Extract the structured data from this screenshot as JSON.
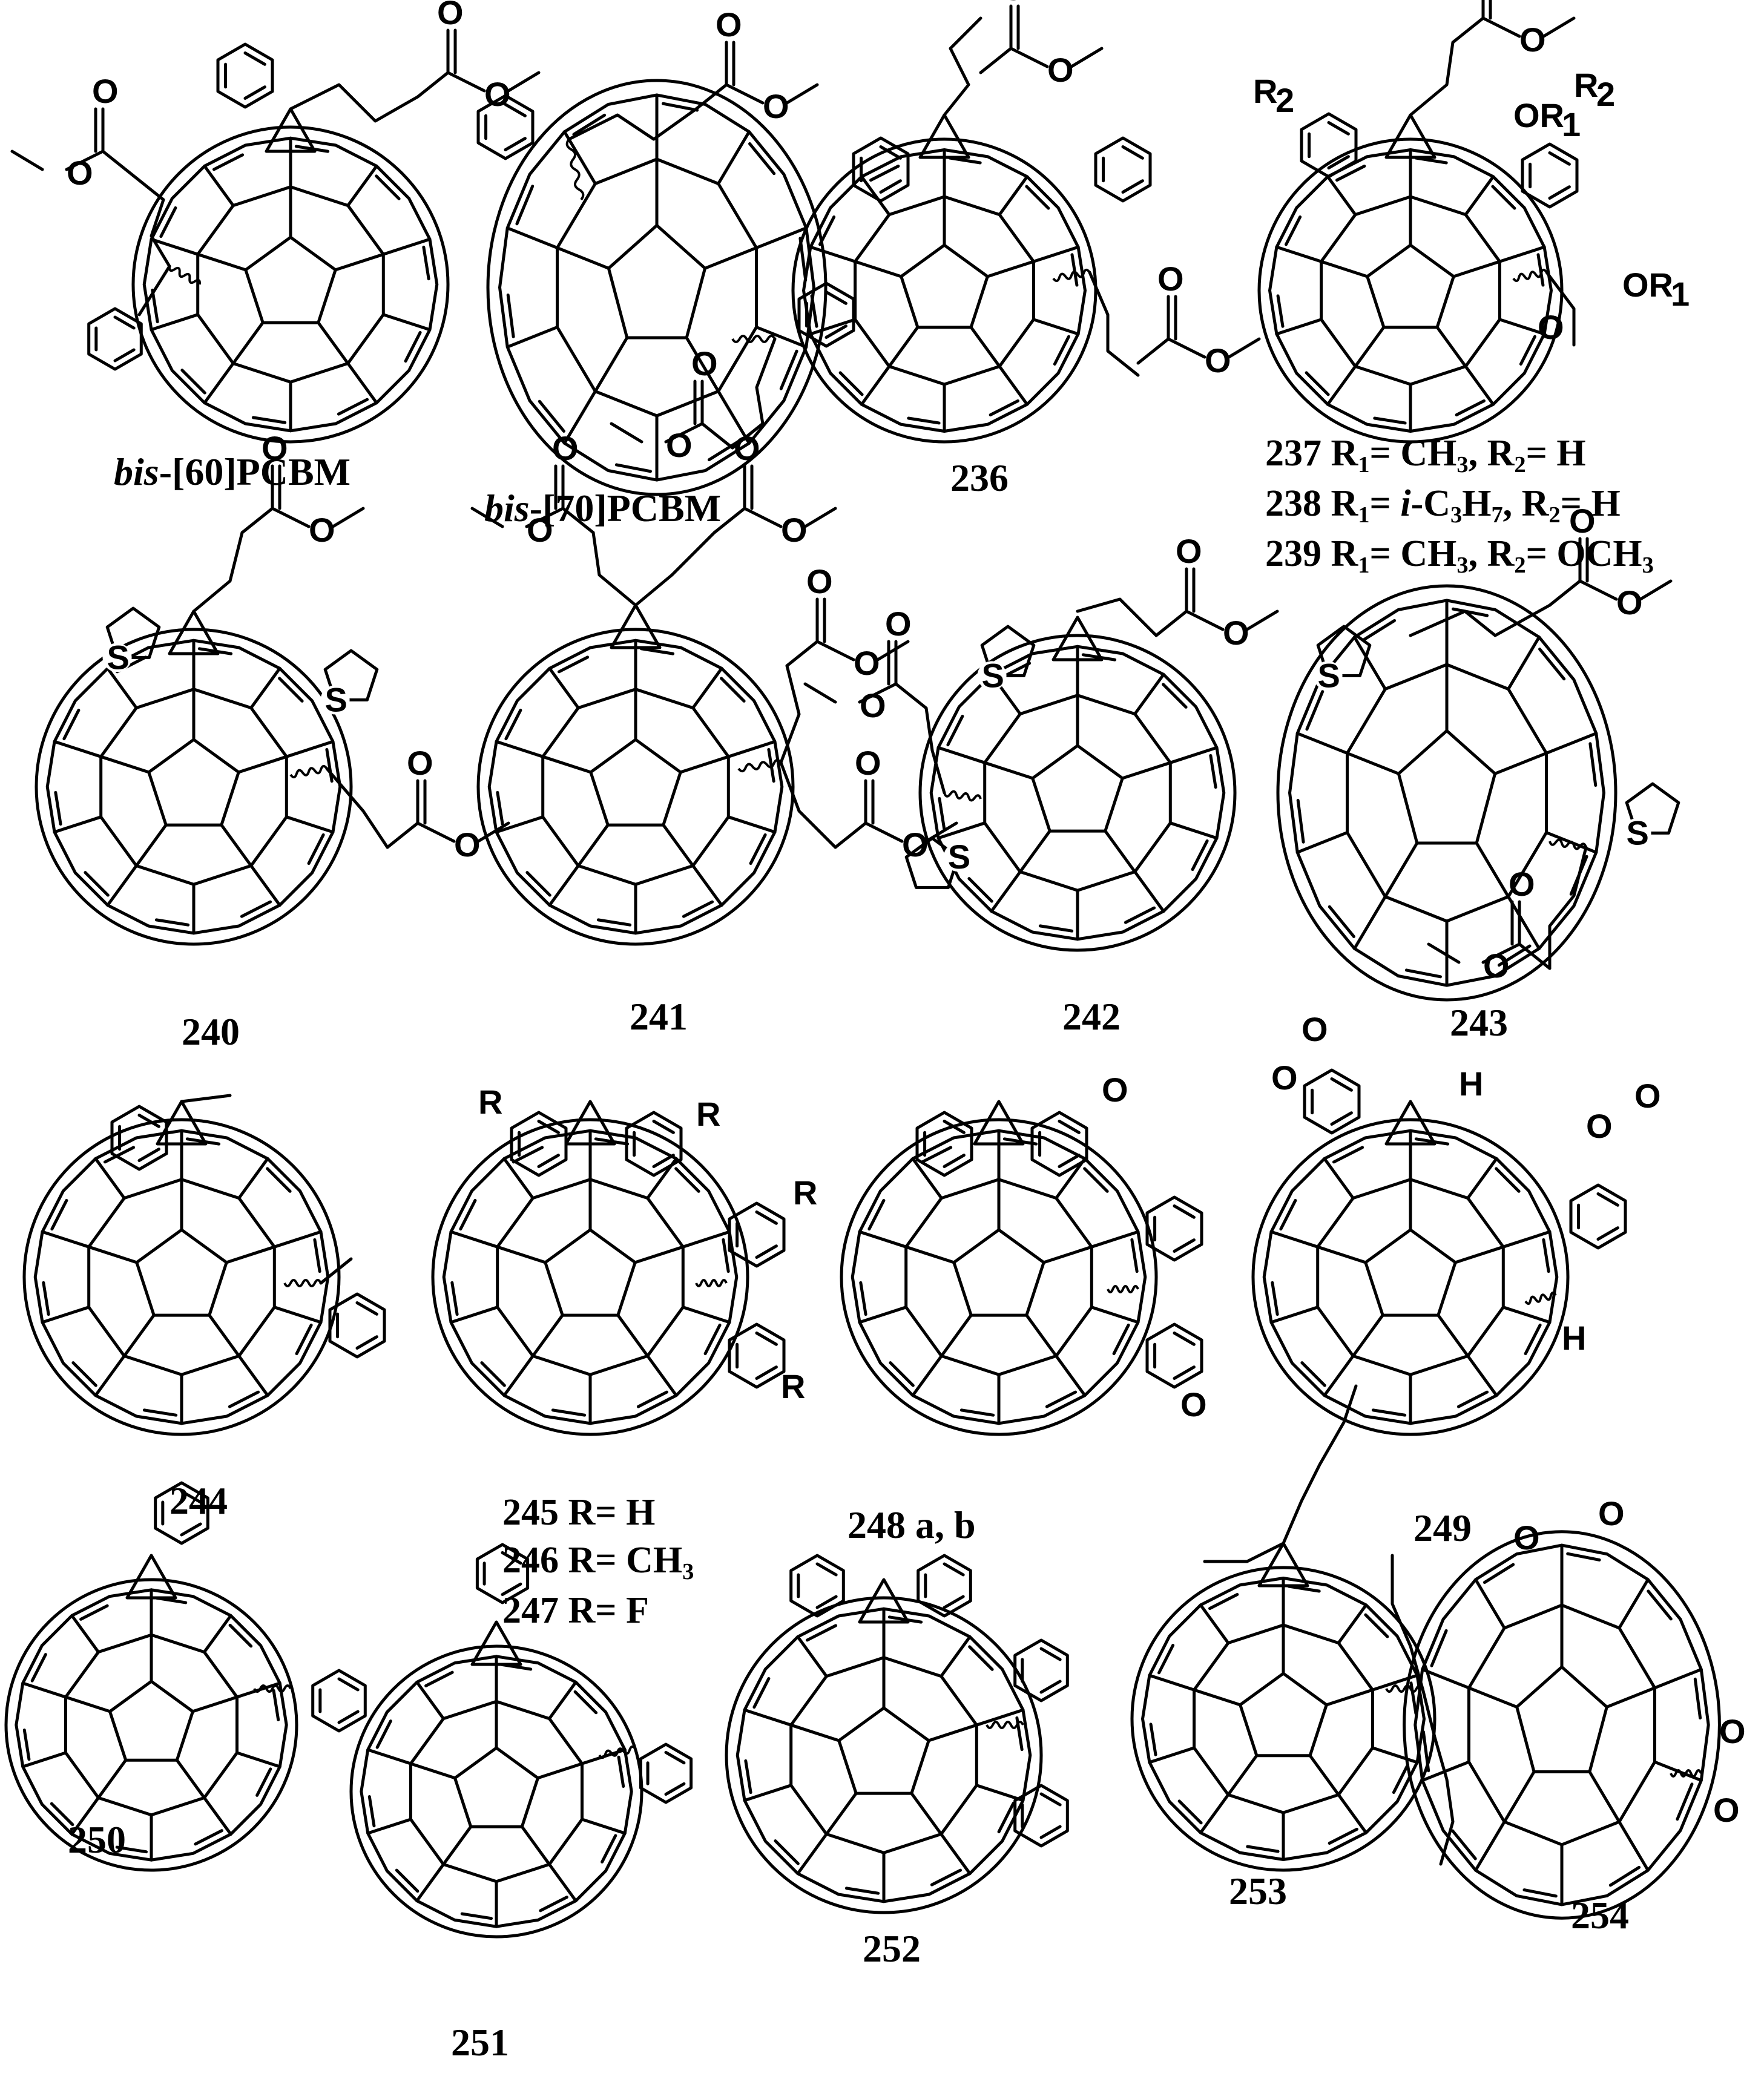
{
  "compounds": [
    {
      "id": "bis60",
      "label_prefix": "bis",
      "label_rest": "-[60]PCBM"
    },
    {
      "id": "bis70",
      "label_prefix": "bis",
      "label_rest": "-[70]PCBM"
    },
    {
      "id": "c236",
      "label": "236"
    },
    {
      "id": "c240",
      "label": "240"
    },
    {
      "id": "c241",
      "label": "241"
    },
    {
      "id": "c242",
      "label": "242"
    },
    {
      "id": "c243",
      "label": "243"
    },
    {
      "id": "c244",
      "label": "244"
    },
    {
      "id": "c248",
      "label": "248 a, b"
    },
    {
      "id": "c249",
      "label": "249"
    },
    {
      "id": "c250",
      "label": "250"
    },
    {
      "id": "c251",
      "label": "251"
    },
    {
      "id": "c252",
      "label": "252"
    },
    {
      "id": "c253",
      "label": "253"
    },
    {
      "id": "c254",
      "label": "254"
    }
  ],
  "substituent_tables": {
    "t237": [
      {
        "num": "237",
        "r1_label": "R",
        "r1_sub": "1",
        "r1_value": "= CH",
        "r1_value_sub": "3",
        "r2_label": "R",
        "r2_sub": "2",
        "r2_value": "= H"
      },
      {
        "num": "238",
        "r1_label": "R",
        "r1_sub": "1",
        "r1_value_italic": "i",
        "r1_value": "-C",
        "r1_value_sub": "3",
        "r1_value_tail": "H",
        "r1_value_sub2": "7",
        "r2_label": "R",
        "r2_sub": "2",
        "r2_value": "= H"
      },
      {
        "num": "239",
        "r1_label": "R",
        "r1_sub": "1",
        "r1_value": "= CH",
        "r1_value_sub": "3",
        "r2_label": "R",
        "r2_sub": "2",
        "r2_value": "= OCH",
        "r2_value_sub": "3"
      }
    ],
    "t245": [
      {
        "num": "245",
        "text": "R= H"
      },
      {
        "num": "246",
        "text": "R= CH",
        "sub": "3"
      },
      {
        "num": "247",
        "text": "R= F"
      }
    ]
  },
  "atom_labels": {
    "oxygen": "O",
    "sulfur": "S",
    "hydrogen": "H",
    "r": "R",
    "or1": "OR",
    "or1_sub": "1",
    "r2": "R",
    "r2_sub": "2",
    "equals_sign": "="
  }
}
